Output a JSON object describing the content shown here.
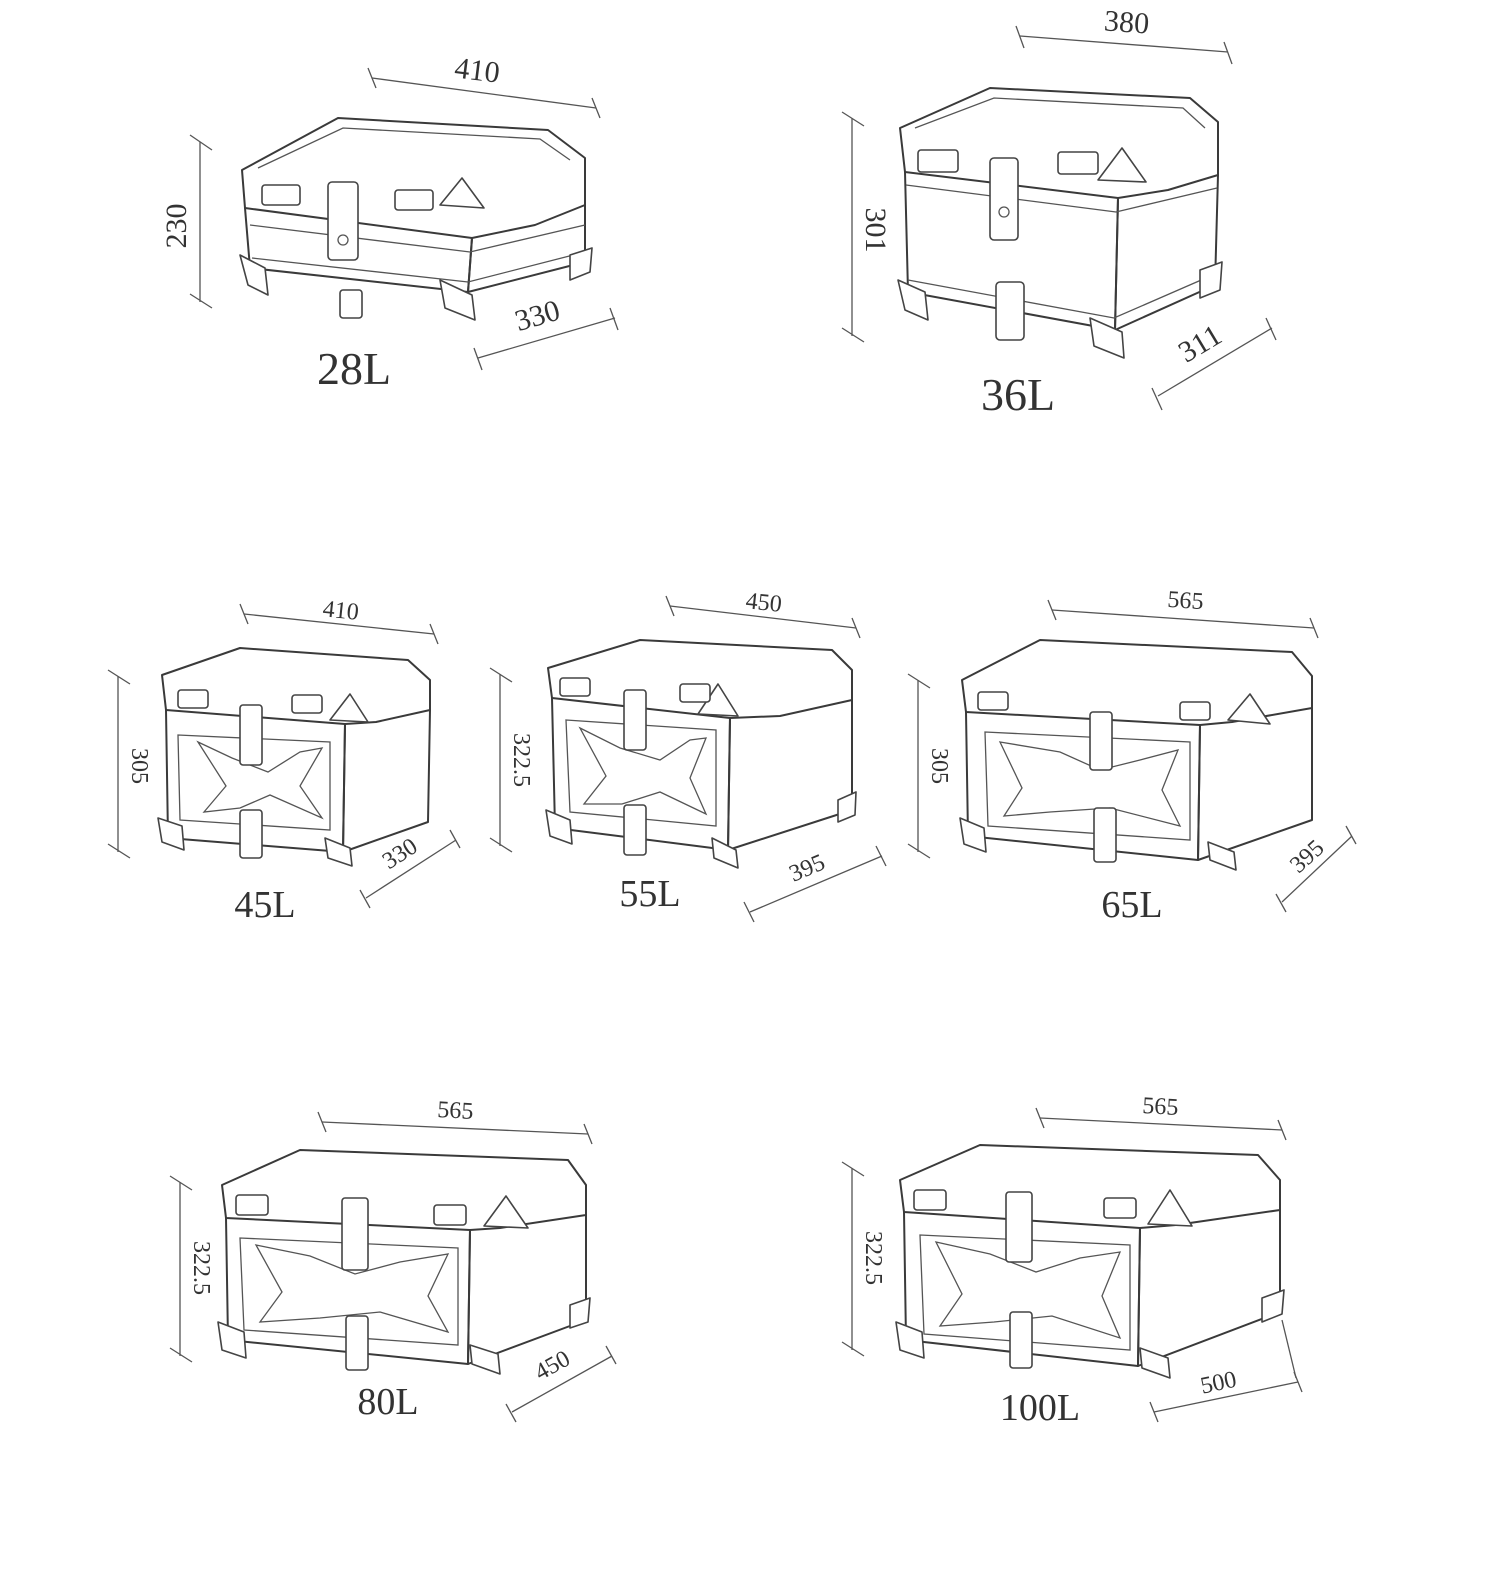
{
  "boxes": [
    {
      "capacity": "28L",
      "width": "410",
      "height": "230",
      "depth": "330",
      "panel": "plain"
    },
    {
      "capacity": "36L",
      "width": "380",
      "height": "301",
      "depth": "311",
      "panel": "plain"
    },
    {
      "capacity": "45L",
      "width": "410",
      "height": "305",
      "depth": "330",
      "panel": "x"
    },
    {
      "capacity": "55L",
      "width": "450",
      "height": "322.5",
      "depth": "395",
      "panel": "x"
    },
    {
      "capacity": "65L",
      "width": "565",
      "height": "305",
      "depth": "395",
      "panel": "x"
    },
    {
      "capacity": "80L",
      "width": "565",
      "height": "322.5",
      "depth": "450",
      "panel": "x"
    },
    {
      "capacity": "100L",
      "width": "565",
      "height": "322.5",
      "depth": "500",
      "panel": "x"
    }
  ]
}
